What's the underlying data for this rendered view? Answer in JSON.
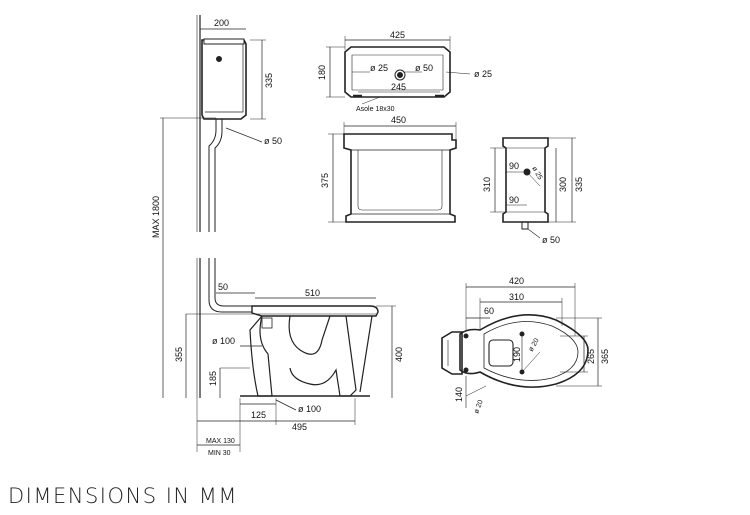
{
  "caption": "DIMENSIONS IN MM",
  "side_view": {
    "cistern_width": "200",
    "cistern_height": "335",
    "flush_pipe_diameter": "ø 50",
    "max_height": "MAX 1800",
    "pan_offset": "50",
    "pan_length": "510",
    "inlet_diameter": "ø 100",
    "outlet_diameter": "ø 100",
    "rim_height": "400",
    "total_height": "355",
    "outlet_height": "185",
    "base_width": "125",
    "floor_to_outlet": "495",
    "max_wall_gap": "MAX 130",
    "min_wall_gap": "MIN 30"
  },
  "cistern_top_view": {
    "width": "425",
    "depth": "180",
    "hole_left": "ø 25",
    "hole_centre": "ø 50",
    "hole_right": "ø 25",
    "hole_spacing": "245",
    "slot_note": "Asole 18x30"
  },
  "cistern_front_view": {
    "width": "450",
    "height": "375"
  },
  "cistern_side_view": {
    "depth_upper": "90",
    "depth_lower": "90",
    "fixing_diameter": "ø 25",
    "height_inner": "310",
    "height_mid": "300",
    "height_total": "335",
    "outlet_diameter": "ø 50"
  },
  "pan_top_view": {
    "overall_length": "420",
    "inner_length": "310",
    "rim_offset": "60",
    "fixing_spacing": "190",
    "fixing_diameter": "ø 20",
    "width_inner": "265",
    "width_outer": "365",
    "back_offset": "140",
    "back_fixing_diameter": "ø 20"
  }
}
